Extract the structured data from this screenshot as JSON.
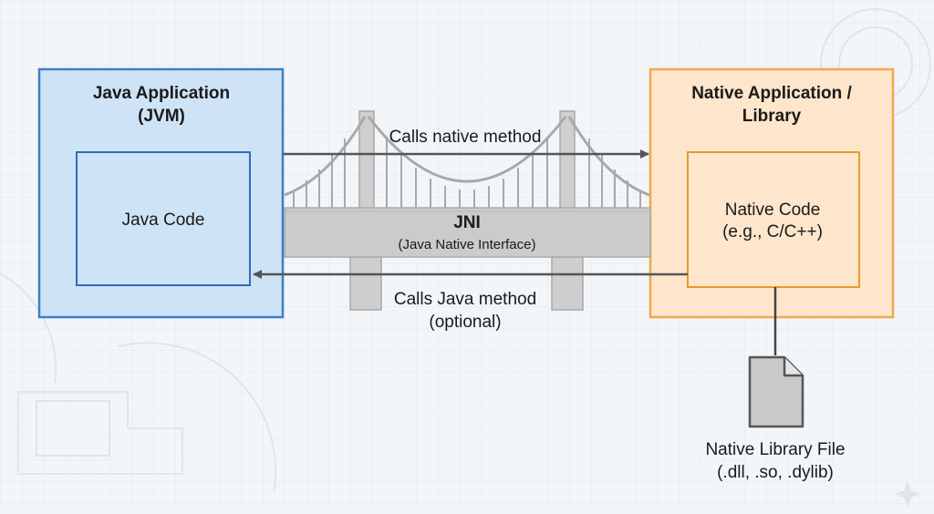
{
  "java_app": {
    "title_line1": "Java Application",
    "title_line2": "(JVM)",
    "inner_label": "Java Code"
  },
  "native_app": {
    "title_line1": "Native Application /",
    "title_line2": "Library",
    "inner_line1": "Native Code",
    "inner_line2": "(e.g., C/C++)"
  },
  "bridge": {
    "name": "JNI",
    "subtitle": "(Java Native Interface)"
  },
  "arrows": {
    "to_native": "Calls native method",
    "to_java_line1": "Calls Java method",
    "to_java_line2": "(optional)"
  },
  "library_file": {
    "line1": "Native Library File",
    "line2": "(.dll, .so, .dylib)",
    "icon": "file-icon"
  },
  "colors": {
    "java_fill": "#cfe3f7",
    "java_border": "#3d7fc4",
    "native_fill": "#fde6cb",
    "native_border": "#f0a94a",
    "bridge_gray": "#c9c9c9",
    "bridge_border": "#a9a9a9"
  }
}
